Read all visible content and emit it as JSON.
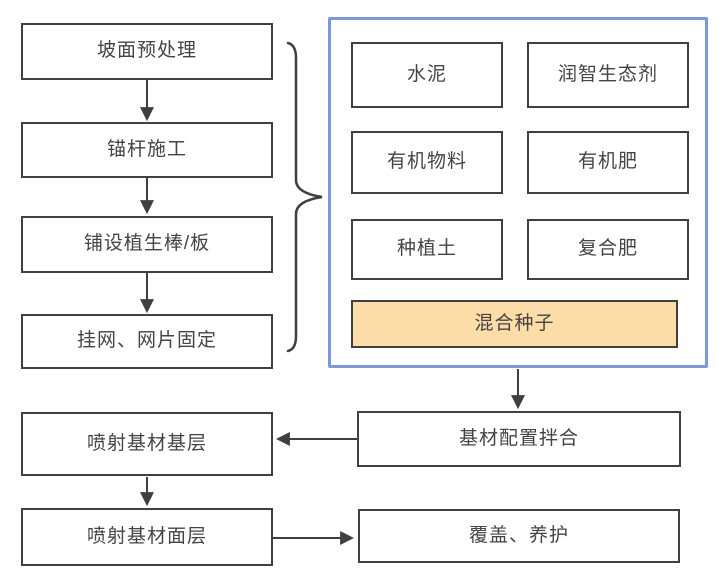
{
  "colors": {
    "panel_blue": "#7d94eb",
    "highlight_fill": "#fcdca7",
    "box_border": "#404040",
    "arrow": "#3f3f3f",
    "text": "#444444"
  },
  "flow": {
    "steps": [
      {
        "label": "坡面预处理"
      },
      {
        "label": "锚杆施工"
      },
      {
        "label": "铺设植生棒/板"
      },
      {
        "label": "挂网、网片固定"
      }
    ]
  },
  "materials": {
    "items": [
      {
        "label": "水泥"
      },
      {
        "label": "润智生态剂"
      },
      {
        "label": "有机物料"
      },
      {
        "label": "有机肥"
      },
      {
        "label": "种植土"
      },
      {
        "label": "复合肥"
      }
    ],
    "highlight": {
      "label": "混合种子"
    }
  },
  "process": {
    "mixing": {
      "label": "基材配置拌合"
    },
    "base_layer": {
      "label": "喷射基材基层"
    },
    "surface_layer": {
      "label": "喷射基材面层"
    },
    "cover_cure": {
      "label": "覆盖、养护"
    }
  }
}
